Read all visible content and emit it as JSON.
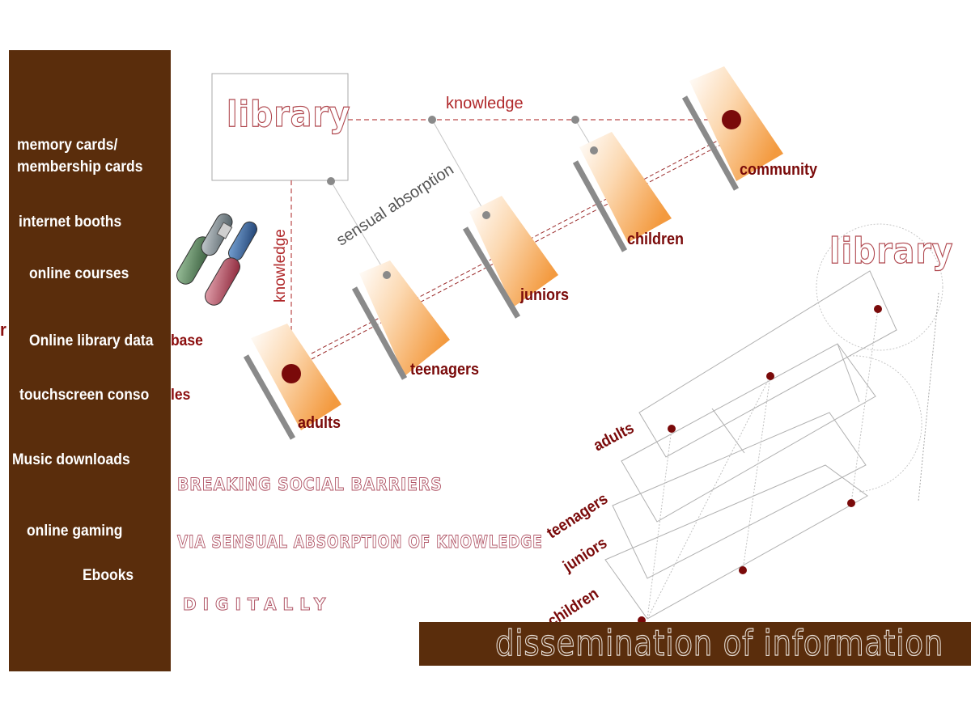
{
  "sidebar": {
    "items": [
      {
        "label": "memory cards/"
      },
      {
        "label": "membership cards"
      },
      {
        "label": "internet booths"
      },
      {
        "label": "online courses"
      },
      {
        "label": "Online library data"
      },
      {
        "label": "touchscreen conso"
      },
      {
        "label": "Music downloads"
      },
      {
        "label": "online gaming"
      },
      {
        "label": "Ebooks"
      }
    ],
    "overflow": {
      "database_tail": "base",
      "consoles_tail": "les",
      "edge_letter": "r"
    }
  },
  "diagram": {
    "library_box": "library",
    "knowledge_horizontal": "knowledge",
    "knowledge_vertical": "knowledge",
    "sensual": "sensual absorption",
    "stages": [
      "adults",
      "teenagers",
      "juniors",
      "children",
      "community"
    ]
  },
  "slogans": {
    "line1": "BREAKING SOCIAL BARRIERS",
    "line2": "VIA SENSUAL ABSORPTION OF KNOWLEDGE",
    "line3": "DIGITALLY"
  },
  "stack": {
    "title": "library",
    "layers": [
      "adults",
      "teenagers",
      "juniors",
      "children"
    ]
  },
  "footer": {
    "text": "dissemination of information"
  },
  "colors": {
    "brown": "#5a2d0c",
    "dark_red": "#8b0d0d",
    "orange": "#f5a04e",
    "gray": "#8a8a8a"
  },
  "icons": {
    "usb": "usb-drive-icon"
  }
}
